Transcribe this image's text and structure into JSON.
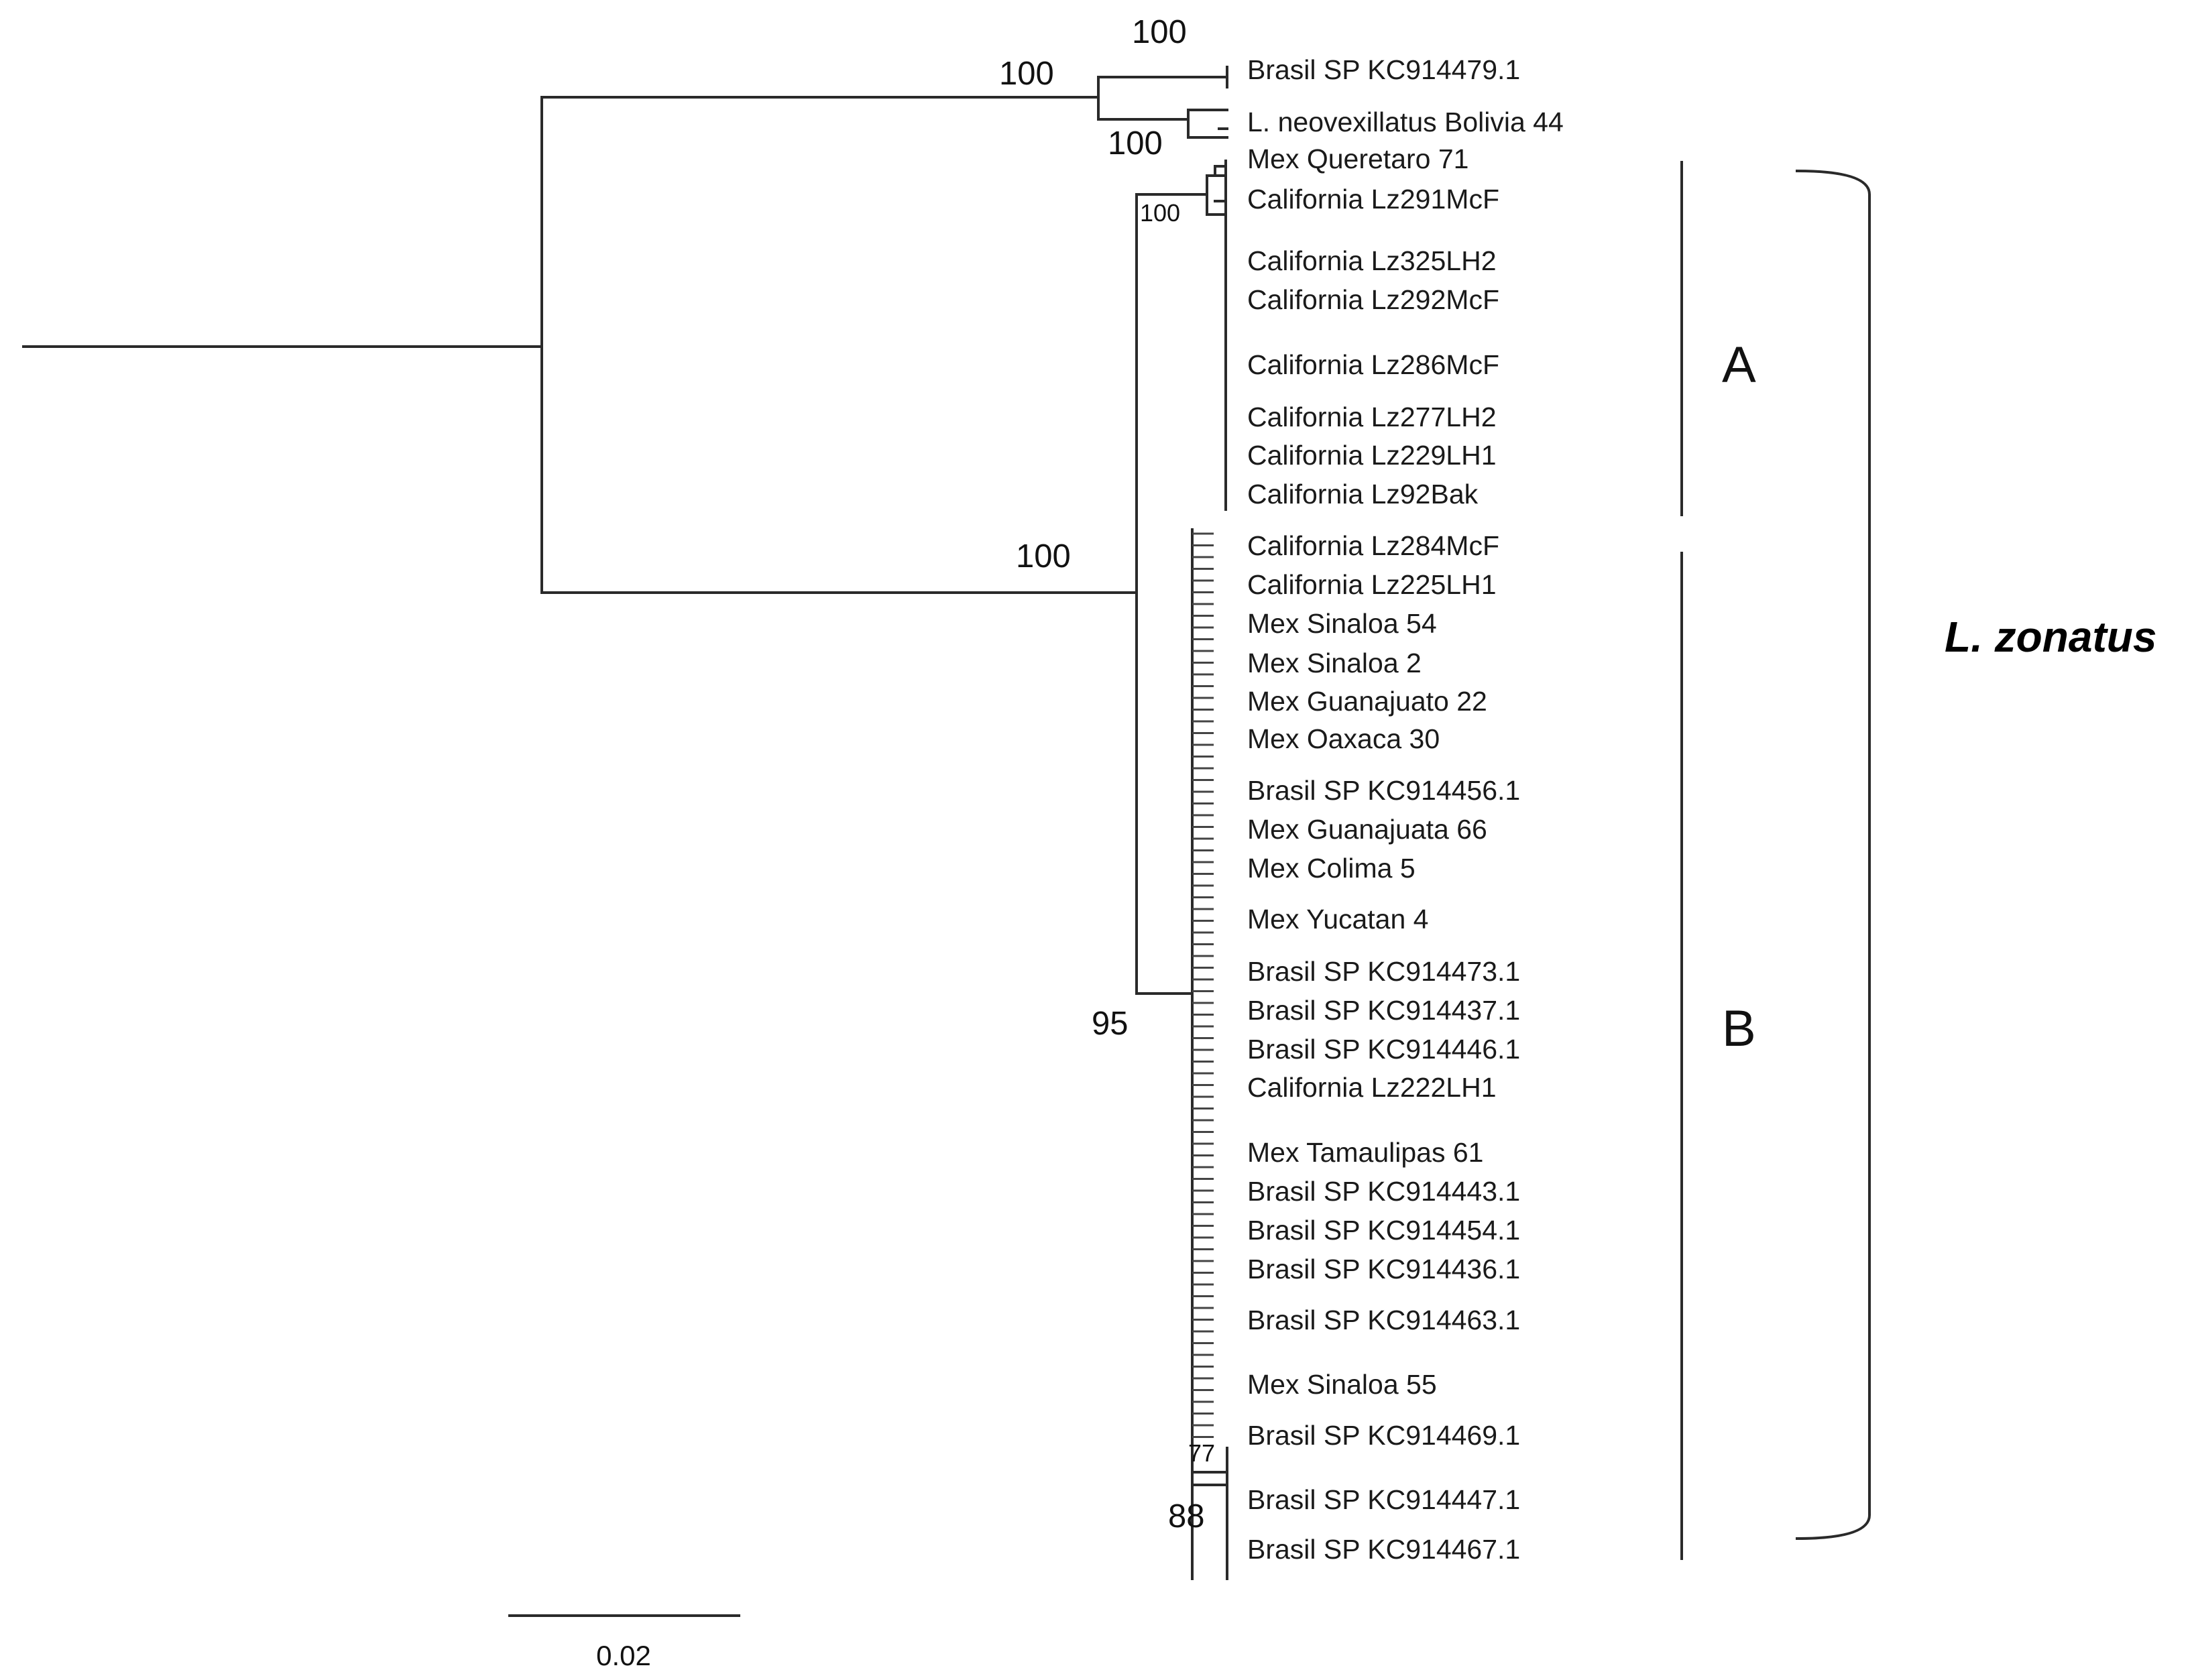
{
  "tree": {
    "clade_a_taxa": [
      "Mex Queretaro 71",
      "California Lz291McF",
      "California Lz325LH2",
      "California Lz292McF",
      "California Lz286McF",
      "California Lz277LH2",
      "California Lz229LH1",
      "California Lz92Bak"
    ],
    "clade_b_taxa": [
      "California Lz284McF",
      "California Lz225LH1",
      "Mex Sinaloa 54",
      "Mex Sinaloa 2",
      "Mex Guanajuato 22",
      "Mex Oaxaca 30",
      "Brasil SP KC914456.1",
      "Mex Guanajuata 66",
      "Mex Colima 5",
      "Mex Yucatan 4",
      "Brasil SP KC914473.1",
      "Brasil SP KC914437.1",
      "Brasil SP KC914446.1",
      "California Lz222LH1",
      "Mex Tamaulipas 61",
      "Brasil SP KC914443.1",
      "Brasil SP KC914454.1",
      "Brasil SP KC914436.1",
      "Brasil SP KC914463.1",
      "Mex Sinaloa 55",
      "Brasil SP KC914469.1",
      "Brasil SP KC914447.1",
      "Brasil SP KC914467.1"
    ],
    "outgroup_taxa": [
      "Brasil SP KC914479.1",
      "L. neovexillatus Bolivia 44"
    ],
    "support": {
      "outgroup_top": "100",
      "outgroup_node": "100",
      "outgroup_inner": "100",
      "zonatus_node": "100",
      "clade_a_node": "100",
      "clade_b_node": "95",
      "node_77": "77",
      "node_88": "88"
    },
    "clade_labels": {
      "a": "A",
      "b": "B"
    },
    "species_label": "L. zonatus",
    "scale_label": "0.02"
  }
}
